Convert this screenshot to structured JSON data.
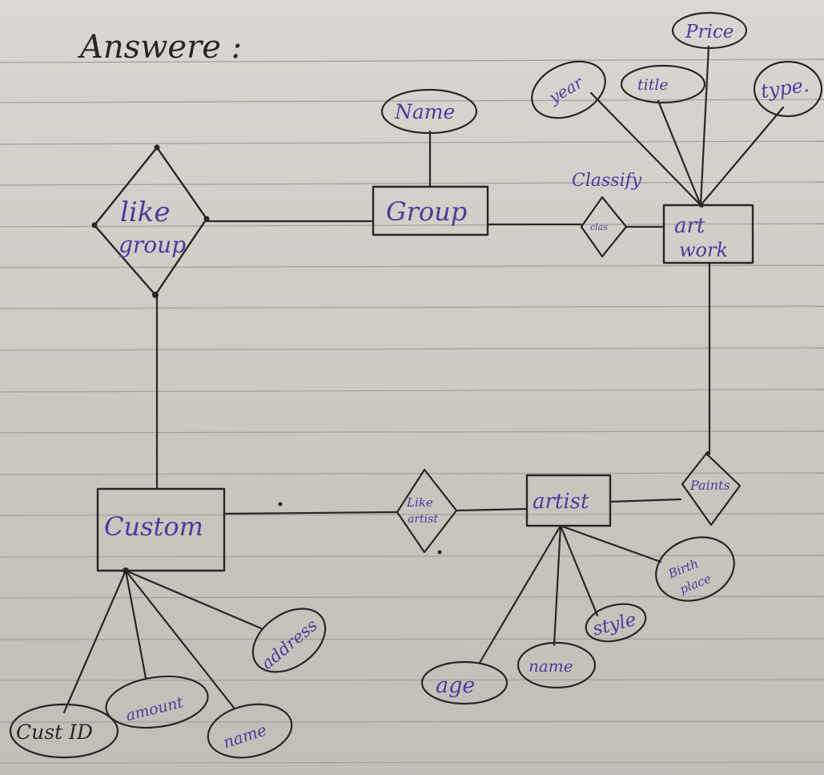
{
  "heading": "Answere :",
  "colors": {
    "black_ink": "#2a2622",
    "purple_ink": "#4a3c9c",
    "paper": "#d3cdc7",
    "rule": "#a59f9a"
  },
  "entities": {
    "group": "Group",
    "artwork_line1": "art",
    "artwork_line2": "work",
    "customer": "Custom",
    "artist": "artist"
  },
  "relationships": {
    "like_group_line1": "like",
    "like_group_line2": "group",
    "classify_label": "Classify",
    "classify_inner": "clas",
    "like_artist_line1": "Like",
    "like_artist_line2": "artist",
    "paints": "Paints"
  },
  "attributes": {
    "group_name": "Name",
    "artwork_year": "year",
    "artwork_title": "title",
    "artwork_price": "Price",
    "artwork_type": "type.",
    "customer_id": "Cust ID",
    "customer_amount": "amount",
    "customer_name": "name",
    "customer_address": "address",
    "artist_age": "age",
    "artist_name": "name",
    "artist_style": "style",
    "artist_birthplace_line1": "Birth",
    "artist_birthplace_line2": "place"
  }
}
